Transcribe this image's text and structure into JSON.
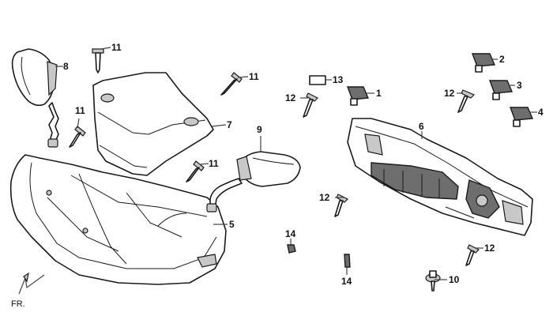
{
  "callouts": {
    "c1": "1",
    "c2": "2",
    "c3": "3",
    "c4": "4",
    "c5": "5",
    "c6": "6",
    "c7": "7",
    "c8": "8",
    "c9": "9",
    "c10": "10",
    "c11a": "11",
    "c11b": "11",
    "c11c": "11",
    "c11d": "11",
    "c12a": "12",
    "c12b": "12",
    "c12c": "12",
    "c12d": "12",
    "c13": "13",
    "c14a": "14",
    "c14b": "14"
  },
  "direction_label": "FR."
}
